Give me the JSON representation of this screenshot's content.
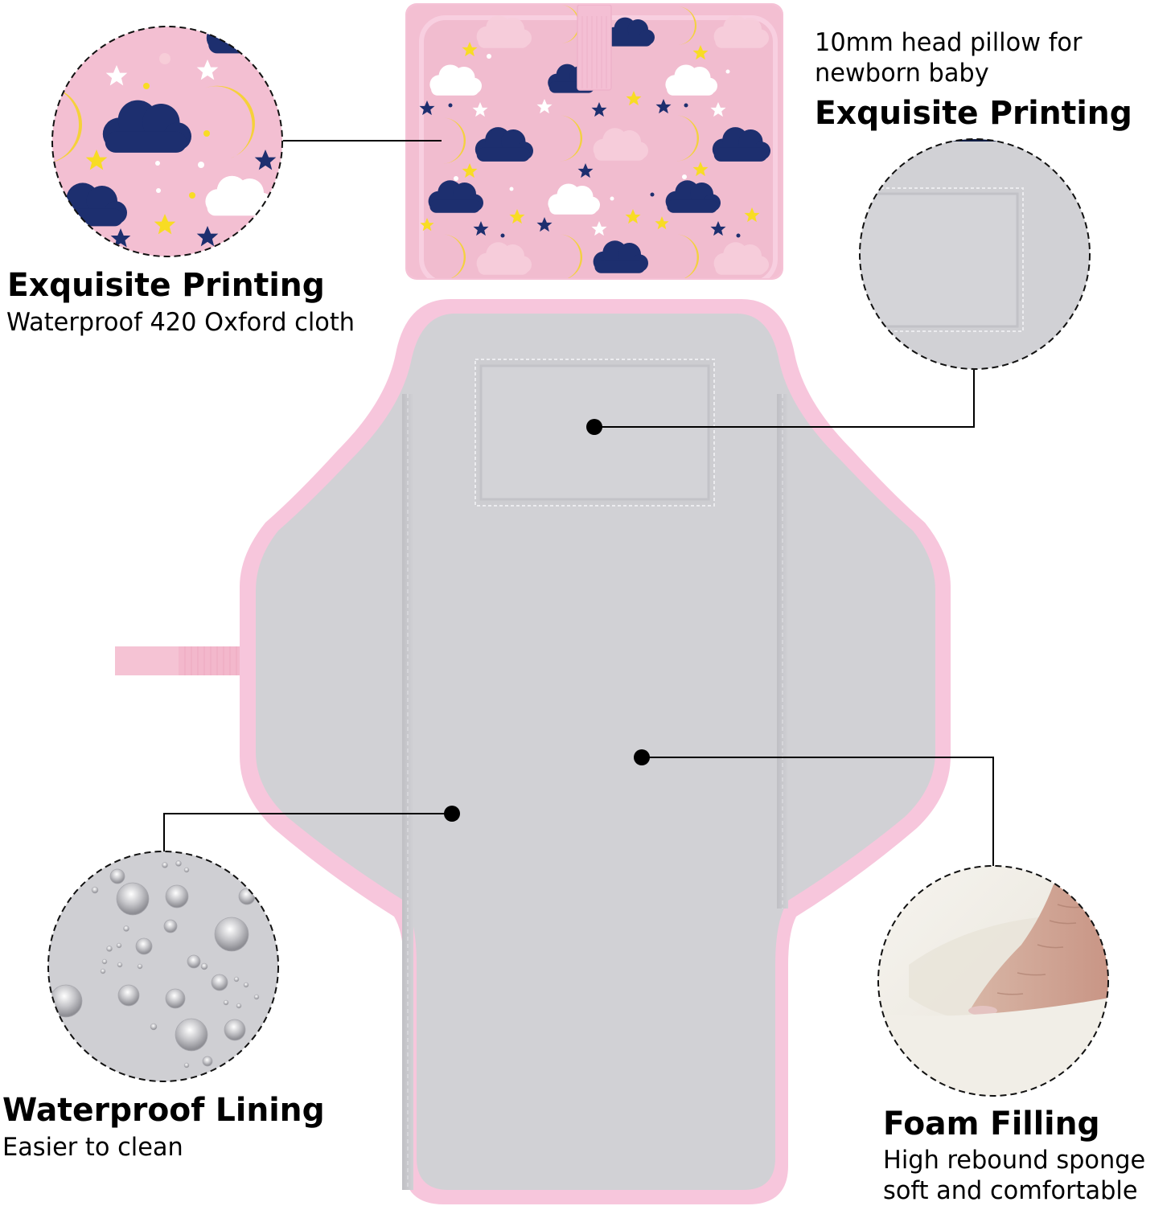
{
  "colors": {
    "background": "#ffffff",
    "mat_gray": "#d1d1d5",
    "mat_border_pink": "#f6c3d9",
    "print_pink": "#f3c0d3",
    "navy": "#1c2f6e",
    "moon_yellow": "#f5d53c",
    "star_yellow": "#f7dc25",
    "cloud_white": "#ffffff",
    "foam": "#ece9e2",
    "connector": "#000000"
  },
  "callouts": {
    "top_left": {
      "title": "Exquisite Printing",
      "subtitle": "Waterproof 420 Oxford cloth",
      "image": "printed-fabric-closeup"
    },
    "top_right": {
      "caption_line1": "10mm head pillow for",
      "caption_line2": "newborn baby",
      "title": "Exquisite Printing",
      "image": "head-pillow-closeup"
    },
    "bottom_left": {
      "title": "Waterproof Lining",
      "subtitle": "Easier to clean",
      "image": "water-droplets-closeup"
    },
    "bottom_right": {
      "title": "Foam Filling",
      "subtitle_line1": "High rebound sponge",
      "subtitle_line2": "soft and comfortable",
      "image": "foam-press-closeup"
    }
  },
  "product": {
    "folded_view": "folded-changing-pad-printed-cover",
    "open_view": "unfolded-changing-pad-gray-lining",
    "parts": [
      "head-pillow",
      "side-strap",
      "center-panel",
      "side-flaps"
    ]
  }
}
